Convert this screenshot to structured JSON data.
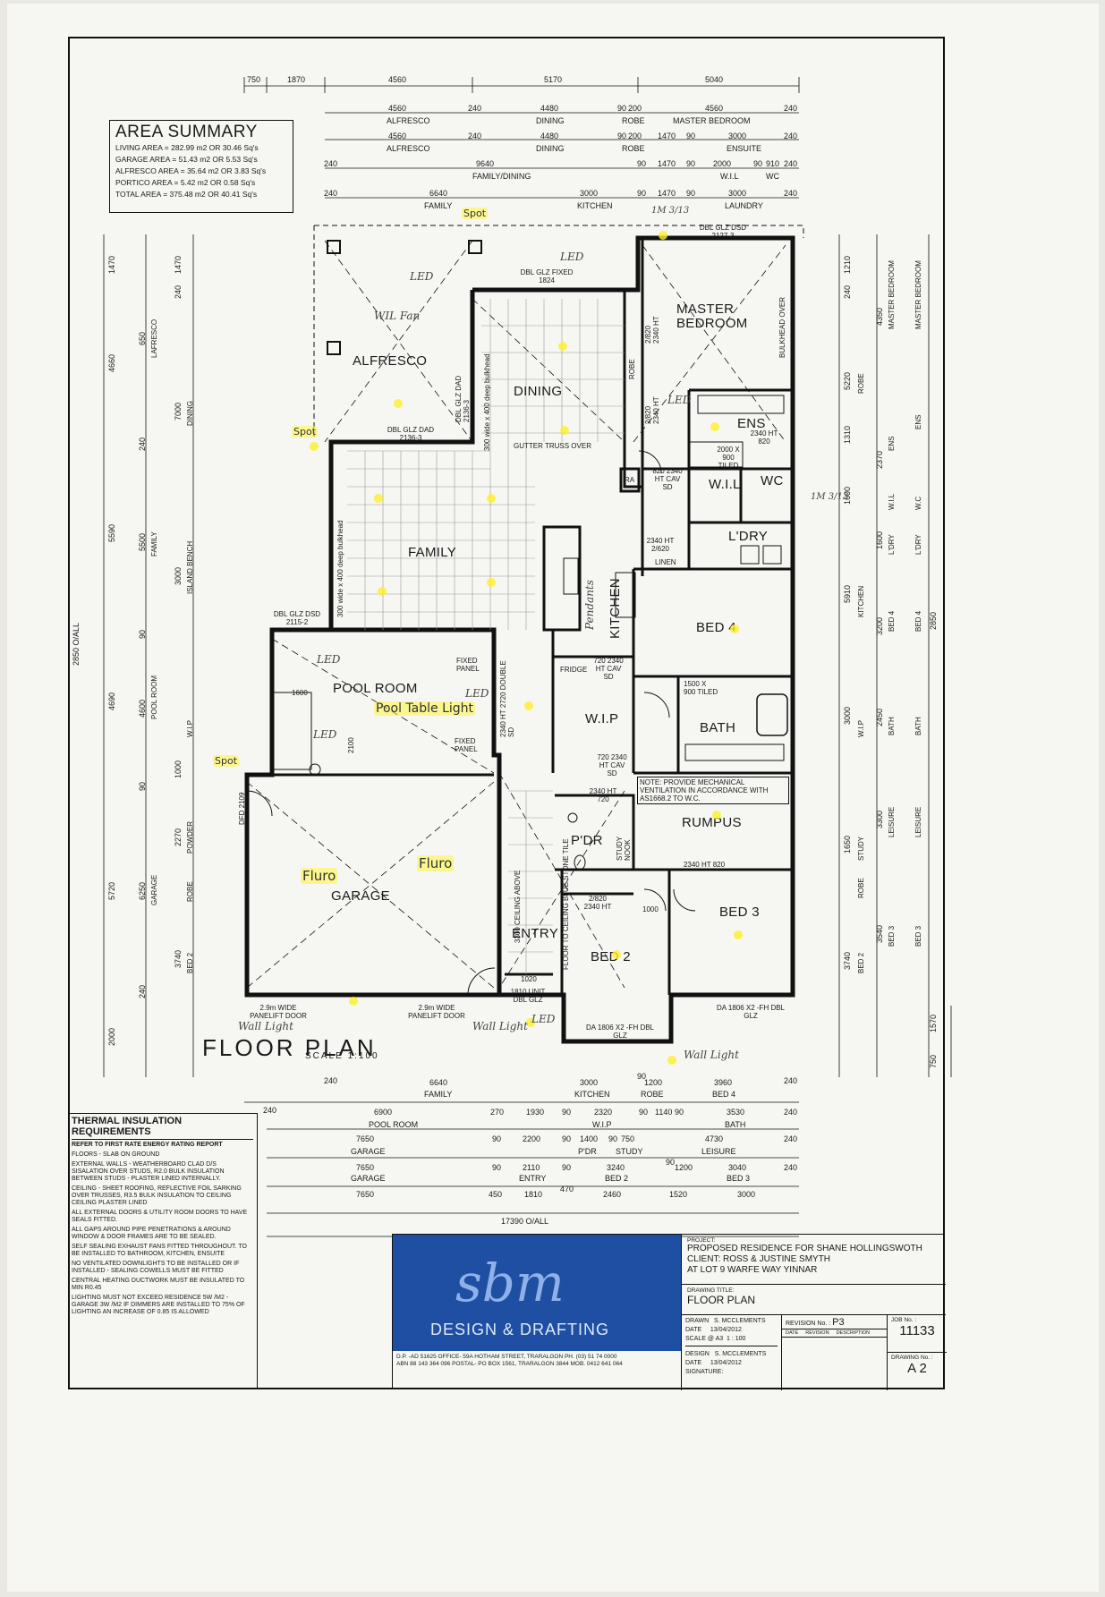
{
  "area_summary": {
    "title": "AREA SUMMARY",
    "rows": [
      "LIVING AREA = 282.99 m2 OR 30.46 Sq's",
      "GARAGE AREA = 51.43 m2 OR 5.53 Sq's",
      "ALFRESCO AREA = 35.64 m2 OR 3.83 Sq's",
      "PORTICO AREA = 5.42 m2 OR 0.58 Sq's",
      "TOTAL AREA = 375.48 m2 OR 40.41 Sq's"
    ]
  },
  "top_dims": {
    "row1": [
      "750",
      "1870",
      "4560",
      "5170",
      "5040"
    ],
    "row2": [
      "4560",
      "240",
      "4480",
      "90",
      "200",
      "4560",
      "240"
    ],
    "row2_labels": [
      "ALFRESCO",
      "DINING",
      "ROBE",
      "MASTER BEDROOM"
    ],
    "row3": [
      "4560",
      "240",
      "4480",
      "90",
      "200",
      "1470",
      "90",
      "3000",
      "240"
    ],
    "row3_labels": [
      "ALFRESCO",
      "DINING",
      "ROBE",
      "ENSUITE"
    ],
    "row4": [
      "240",
      "9640",
      "90",
      "1470",
      "90",
      "2000",
      "90",
      "910",
      "240"
    ],
    "row4_labels": [
      "FAMILY/DINING",
      "W.I.L",
      "WC"
    ],
    "row5": [
      "240",
      "6640",
      "3000",
      "90",
      "1470",
      "90",
      "3000",
      "240"
    ],
    "row5_labels": [
      "FAMILY",
      "KITCHEN",
      "LAUNDRY"
    ]
  },
  "rooms": {
    "alfresco": "ALFRESCO",
    "dining": "DINING",
    "master": "MASTER BEDROOM",
    "family": "FAMILY",
    "pool": "POOL ROOM",
    "garage": "GARAGE",
    "entry": "ENTRY",
    "bed2": "BED 2",
    "bed3": "BED 3",
    "bed4": "BED 4",
    "rumpus": "RUMPUS",
    "bath": "BATH",
    "wip": "W.I.P",
    "ens": "ENS",
    "wc": "WC",
    "wil": "W.I.L",
    "ldry": "L'DRY",
    "linen": "LINEN",
    "kitchen": "KITCHEN",
    "pdr": "P'DR",
    "study": "STUDY NOOK",
    "fridge": "FRIDGE",
    "robe": "ROBE",
    "ra": "RA"
  },
  "notes": {
    "dbl_glz_fixed": "DBL GLZ FIXED 1824",
    "dbl_glz_dsd_top": "DBL GLZ DSD 2127-3",
    "dbl_glz_dad": "DBL GLZ DAD 2136-3",
    "dbl_glz_dad_v": "DBL GLZ DAD 2136-3",
    "dbl_glz_dsd_pool": "DBL GLZ DSD 2115-2",
    "gutter": "GUTTER TRUSS OVER",
    "bulkhead": "BULKHEAD OVER",
    "bulkhead_family": "300 wide x 400 deep bulkhead",
    "bulkhead_dining": "300 wide x 400 deep bulkhead",
    "fixed_panel_1": "FIXED PANEL",
    "fixed_panel_2": "FIXED PANEL",
    "double_sd": "2340 HT 2720 DOUBLE SD",
    "mech_vent": "NOTE: PROVIDE MECHANICAL VENTILATION IN ACCORDANCE WITH AS1668.2 TO W.C.",
    "panelift_1": "2.9m WIDE PANELIFT DOOR",
    "panelift_2": "2.9m WIDE PANELIFT DOOR",
    "entry_win": "1810 UNIT DBL GLZ",
    "bed2_win": "DA 1806 X2 -FH DBL GLZ",
    "bed3_win": "DA 1806 X2 -FH DBL GLZ",
    "dfd": "DFD 2109",
    "ceiling": "3300 CEILING ABOVE",
    "floor_to_ceiling": "FLOOR TO CEILING BLUE STONE TILE",
    "tiled": "2000 X 900 TILED",
    "tiled_bath": "1500 X 900 TILED",
    "ht_1": "2/820 2340 HT",
    "ht_2": "2/820 2340 HT",
    "ht_3": "820 2340 HT CAV SD",
    "ht_4": "2340 HT 820",
    "ht_5": "2340 HT 2/620",
    "ht_6": "720 2340 HT CAV SD",
    "ht_7": "720 2340 HT CAV SD",
    "ht_8": "2340 HT 720",
    "ht_9": "2340 HT 820",
    "ht_10": "2/820 2340 HT",
    "n1600": "1600",
    "n2100": "2100",
    "n1000": "1000",
    "n1020": "1020"
  },
  "handwritten": {
    "spot1": "Spot",
    "spot2": "Spot",
    "spot3": "Spot",
    "wil_fan": "WIL Fan",
    "pool_light": "Pool Table Light",
    "fluro1": "Fluro",
    "fluro2": "Fluro",
    "wall_light1": "Wall Light",
    "wall_light2": "Wall Light",
    "wall_light3": "Wall Light",
    "led": "LED",
    "pendants": "Pendants",
    "ref": "1M 3/13"
  },
  "floor_plan": {
    "title": "FLOOR PLAN",
    "scale": "SCALE 1:100"
  },
  "bottom_dims": {
    "row1": [
      "240",
      "6640",
      "3000",
      "90",
      "1200",
      "3960",
      "240"
    ],
    "row1_labels": [
      "FAMILY",
      "KITCHEN",
      "ROBE",
      "BED 4"
    ],
    "row2": [
      "240",
      "6900",
      "270",
      "1930",
      "90",
      "2320",
      "90",
      "1140",
      "90",
      "3530",
      "240"
    ],
    "row2_labels": [
      "POOL ROOM",
      "W.I.P",
      "BATH"
    ],
    "row3": [
      "7650",
      "90",
      "2200",
      "90",
      "1400",
      "90",
      "750",
      "4730",
      "240"
    ],
    "row3_labels": [
      "GARAGE",
      "P'DR",
      "STUDY",
      "LEISURE"
    ],
    "row4": [
      "7650",
      "90",
      "2110",
      "90",
      "3240",
      "90",
      "1200",
      "3040",
      "240"
    ],
    "row4_labels": [
      "GARAGE",
      "ENTRY",
      "BED 2",
      "BED 3"
    ],
    "row5": [
      "7650",
      "450",
      "1810",
      "470",
      "2460",
      "1520",
      "3000"
    ],
    "overall": "17390 O/ALL"
  },
  "left_dims": [
    "1470",
    "240",
    "1470",
    "650",
    "4660",
    "7000",
    "240",
    "5590",
    "5500",
    "3000",
    "2850 O/ALL",
    "90",
    "4690",
    "4600",
    "1000",
    "90",
    "2270",
    "5720",
    "6250",
    "3740",
    "240",
    "2000"
  ],
  "left_labels": [
    "LAFRESCO",
    "DINING",
    "FAMILY",
    "ISLAND BENCH",
    "POOL ROOM",
    "W.I.P",
    "POWDER",
    "GARAGE",
    "ROBE",
    "BED 2"
  ],
  "right_dims": [
    "1210",
    "240",
    "4350",
    "5220",
    "2370",
    "1310",
    "1600",
    "1600",
    "5910",
    "3200",
    "3000",
    "2450",
    "3300",
    "1650",
    "3540",
    "3740",
    "1570",
    "750",
    "2850"
  ],
  "right_labels": [
    "MASTER BEDROOM",
    "MASTER BEDROOM",
    "ROBE",
    "ENS",
    "ENS",
    "W.I.L",
    "W.C",
    "L'DRY",
    "L'DRY",
    "KITCHEN",
    "BED 4",
    "BED 4",
    "W.I.P",
    "BATH",
    "BATH",
    "STUDY",
    "LEISURE",
    "LEISURE",
    "ROBE",
    "BED 3",
    "BED 3",
    "BED 2"
  ],
  "thermal": {
    "title": "THERMAL INSULATION REQUIREMENTS",
    "items": [
      "REFER TO FIRST RATE ENERGY RATING REPORT",
      "FLOORS - SLAB ON GROUND",
      "EXTERNAL WALLS - WEATHERBOARD CLAD D/S SISALATION OVER STUDS, R2.0 BULK INSULATION BETWEEN STUDS - PLASTER LINED INTERNALLY.",
      "CEILING - SHEET ROOFING, REFLECTIVE FOIL SARKING OVER TRUSSES, R3.5 BULK INSULATION TO CEILING CEILING PLASTER LINED",
      "ALL EXTERNAL DOORS & UTILITY ROOM DOORS TO HAVE SEALS FITTED.",
      "ALL GAPS AROUND PIPE PENETRATIONS & AROUND WINDOW & DOOR FRAMES ARE TO BE SEALED.",
      "SELF SEALING EXHAUST FANS FITTED THROUGHOUT. TO BE INSTALLED TO BATHROOM, KITCHEN, ENSUITE",
      "NO VENTILATED DOWNLIGHTS TO BE INSTALLED OR IF INSTALLED - SEALING COWELLS MUST BE FITTED",
      "CENTRAL HEATING DUCTWORK MUST BE INSULATED TO MIN R0.45",
      "LIGHTING MUST NOT EXCEED RESIDENCE 5w /m2 - GARAGE 3w /m2 IF DIMMERS ARE INSTALLED TO 75% OF LIGHTING AN INCREASE OF 0.85 IS ALLOWED"
    ]
  },
  "title_block": {
    "logo_mark": "sbm",
    "logo_text": "DESIGN & DRAFTING",
    "office": [
      "D.P. -AD 51625   OFFICE- 59A HOTHAM STREET, TRARALGON   Ph. (03) 51 74 0000",
      "ABN 88 143 364 096 POSTAL- PO Box 1561, TRARALGON 3844   Mob. 0412 641 064"
    ],
    "project_label": "PROJECT:",
    "project_lines": [
      "PROPOSED RESIDENCE FOR SHANE HOLLINGSWOTH",
      "CLIENT: ROSS & JUSTINE SMYTH",
      "AT LOT 9 WARFE WAY YINNAR"
    ],
    "drawing_title_label": "DRAWING TITLE:",
    "drawing_title": "FLOOR PLAN",
    "drawn_label": "DRAWN",
    "drawn": "S. McCLEMENTS",
    "date_label": "DATE",
    "date": "13/04/2012",
    "scale_label": "SCALE @ A3",
    "scale": "1 : 100",
    "design_label": "DESIGN",
    "design": "S. McCLEMENTS",
    "date2_label": "DATE",
    "date2": "13/04/2012",
    "signature_label": "SIGNATURE:",
    "revision_label": "REVISION No. :",
    "revision": "P3",
    "rev_cols": [
      "DATE",
      "REVISION",
      "DESCRIPTION"
    ],
    "job_label": "JOB No. :",
    "job": "11133",
    "drawing_no_label": "DRAWING No. :",
    "drawing_no": "A 2"
  }
}
